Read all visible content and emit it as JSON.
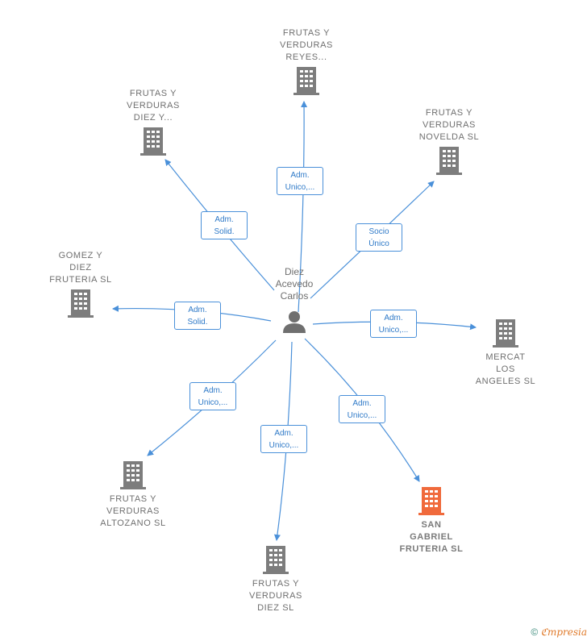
{
  "colors": {
    "edge": "#4a90d9",
    "building": "#7d7d7d",
    "building_highlight": "#f06a3c",
    "person": "#6f6f6f"
  },
  "center": {
    "name": "Diez\nAcevedo\nCarlos",
    "icon": "person-icon"
  },
  "companies": [
    {
      "id": "reyes",
      "name": "FRUTAS Y\nVERDURAS\nREYES...",
      "role": "Adm.\nUnico,...",
      "highlight": false
    },
    {
      "id": "diez-y",
      "name": "FRUTAS Y\nVERDURAS\nDIEZ Y...",
      "role": "Adm.\nSolid.",
      "highlight": false
    },
    {
      "id": "novelda",
      "name": "FRUTAS Y\nVERDURAS\nNOVELDA  SL",
      "role": "Socio\nÚnico",
      "highlight": false
    },
    {
      "id": "gomez",
      "name": "GOMEZ Y\nDIEZ\nFRUTERIA  SL",
      "role": "Adm.\nSolid.",
      "highlight": false
    },
    {
      "id": "mercat",
      "name": "MERCAT\nLOS\nANGELES  SL",
      "role": "Adm.\nUnico,...",
      "highlight": false
    },
    {
      "id": "altozano",
      "name": "FRUTAS Y\nVERDURAS\nALTOZANO  SL",
      "role": "Adm.\nUnico,...",
      "highlight": false
    },
    {
      "id": "diez-sl",
      "name": "FRUTAS Y\nVERDURAS\nDIEZ  SL",
      "role": "Adm.\nUnico,...",
      "highlight": false
    },
    {
      "id": "san-gabriel",
      "name": "SAN\nGABRIEL\nFRUTERIA  SL",
      "role": "Adm.\nUnico,...",
      "highlight": true
    }
  ],
  "footer": {
    "copyright": "©",
    "brand": "ℭmpresia"
  }
}
